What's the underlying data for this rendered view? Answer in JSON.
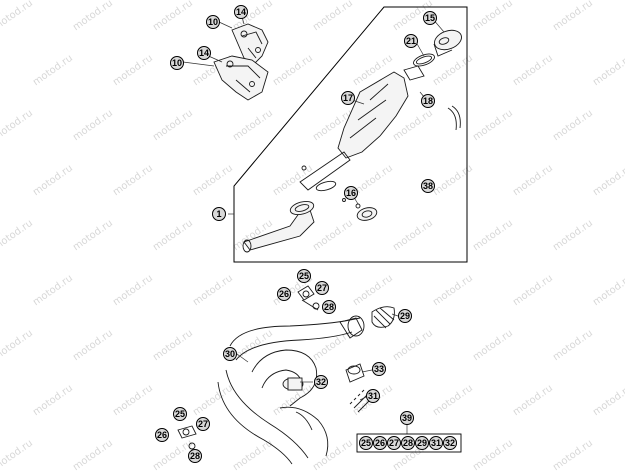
{
  "watermark": "motod.ru",
  "callouts": {
    "c10a": "10",
    "c14a": "14",
    "c14b": "14",
    "c10b": "10",
    "c15": "15",
    "c21": "21",
    "c17": "17",
    "c18": "18",
    "c16": "16",
    "c38": "38",
    "c1": "1",
    "c25a": "25",
    "c26a": "26",
    "c27a": "27",
    "c28a": "28",
    "c29": "29",
    "c30": "30",
    "c32": "32",
    "c33": "33",
    "c31": "31",
    "c25b": "25",
    "c27b": "27",
    "c26b": "26",
    "c28b": "28",
    "c39": "39"
  },
  "kit_items": [
    "25",
    "26",
    "27",
    "28",
    "29",
    "31",
    "32"
  ]
}
